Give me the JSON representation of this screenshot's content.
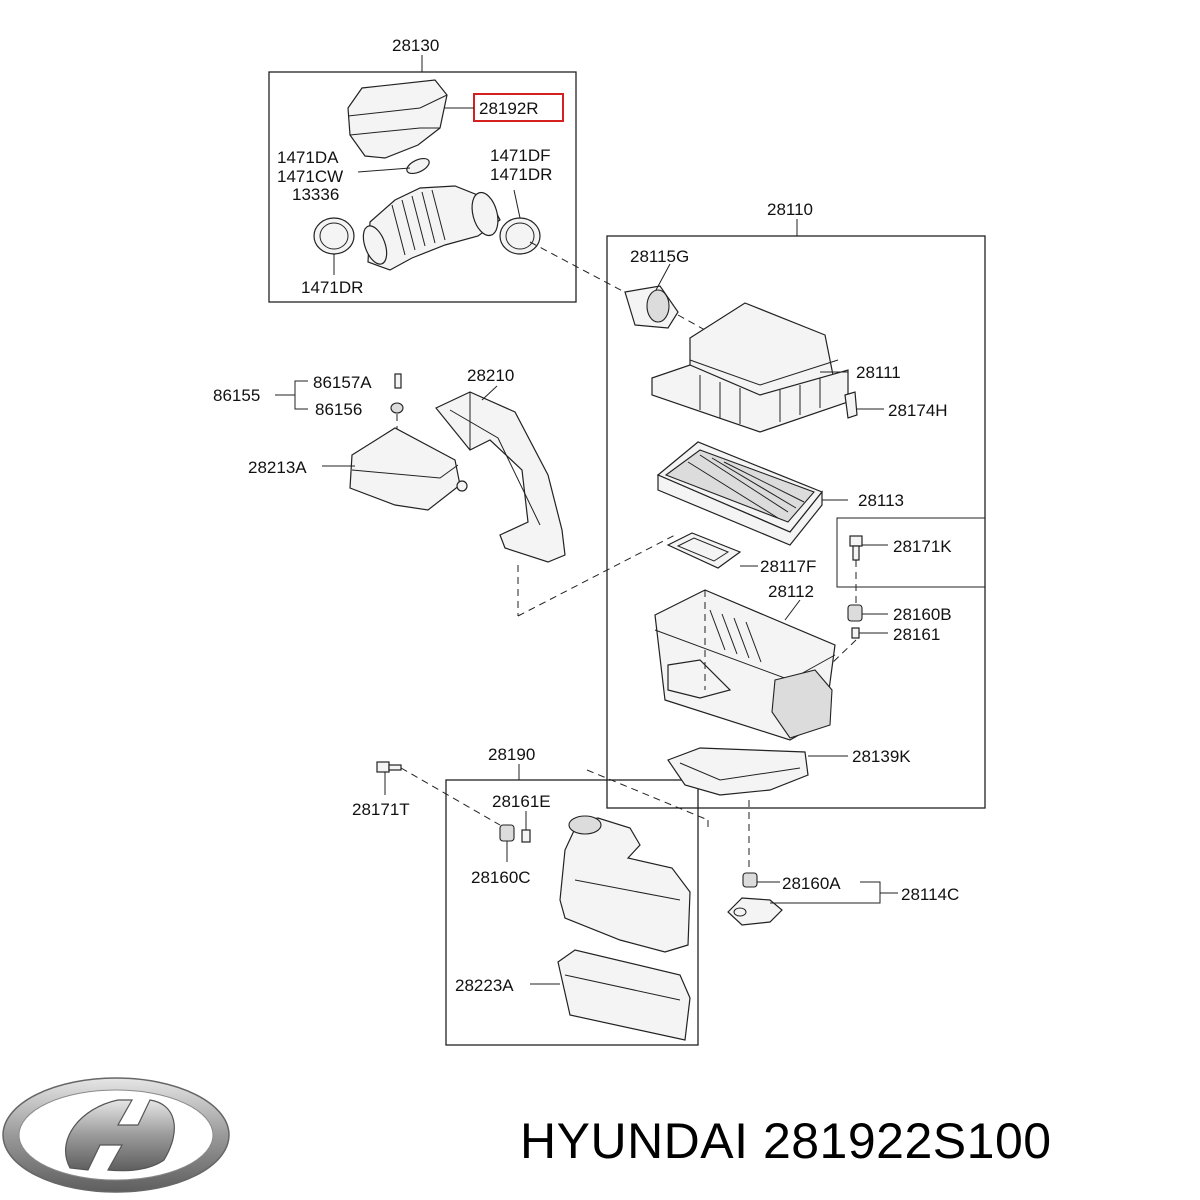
{
  "brand": "HYUNDAI",
  "part_number": "281922S100",
  "highlight_color": "#d52020",
  "labels": {
    "l28130": "28130",
    "l28192R": "28192R",
    "l1471DA": "1471DA",
    "l1471CW": "1471CW",
    "l13336": "13336",
    "l1471DF": "1471DF",
    "l1471DR_a": "1471DR",
    "l1471DR_b": "1471DR",
    "l28110": "28110",
    "l28115G": "28115G",
    "l28111": "28111",
    "l28174H": "28174H",
    "l28113": "28113",
    "l28171K": "28171K",
    "l28117F": "28117F",
    "l28112": "28112",
    "l28160B": "28160B",
    "l28161": "28161",
    "l28139K": "28139K",
    "l86155": "86155",
    "l86157A": "86157A",
    "l86156": "86156",
    "l28210": "28210",
    "l28213A": "28213A",
    "l28190": "28190",
    "l28171T": "28171T",
    "l28161E": "28161E",
    "l28160C": "28160C",
    "l28160A": "28160A",
    "l28114C": "28114C",
    "l28223A": "28223A"
  }
}
